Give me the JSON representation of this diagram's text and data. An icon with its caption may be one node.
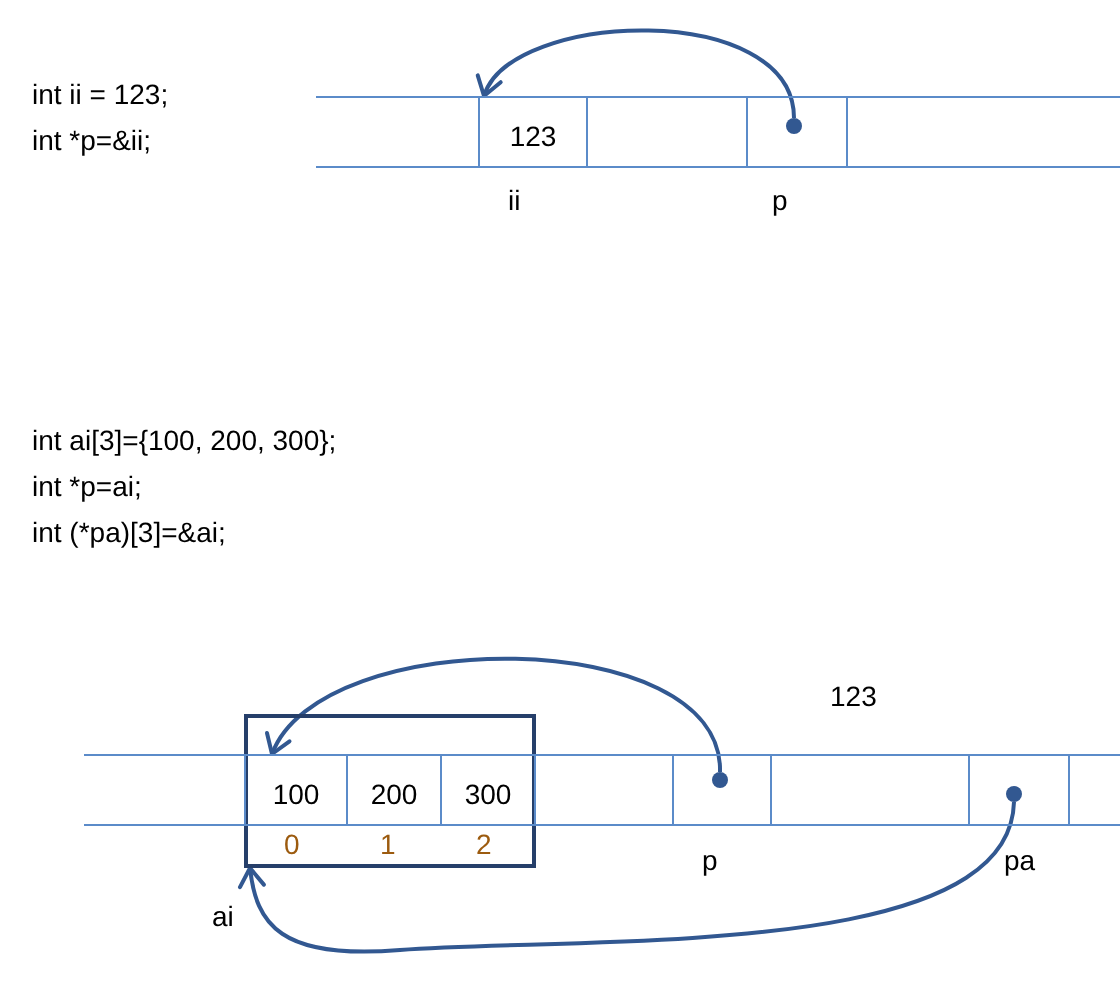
{
  "diagram": {
    "nodes": [
      {
        "text": [
          "123"
        ],
        "beside": [
          "ii"
        ]
      },
      {
        "text": [],
        "shape": "box",
        "beside": [
          "p"
        ]
      },
      {
        "text": [],
        "shape": "circle",
        "in": 1
      },
      {
        "text": [],
        "shape": "box",
        "beside": [
          "ai"
        ]
      },
      {
        "text": [
          "100"
        ],
        "in": 3,
        "beside": [
          "0"
        ]
      },
      {
        "text": [
          "200"
        ],
        "in": 3,
        "beside": [
          "1"
        ]
      },
      {
        "text": [
          "300"
        ],
        "in": 3,
        "beside": [
          "2"
        ]
      },
      {
        "text": [],
        "shape": "box",
        "beside": [
          "p"
        ]
      },
      {
        "text": [],
        "shape": "circle",
        "in": 7
      },
      {
        "text": [],
        "shape": "box",
        "beside": [
          "pa"
        ]
      },
      {
        "text": [],
        "shape": "circle",
        "in": 9
      }
    ],
    "edges": [
      {
        "from": 2,
        "to": 0,
        "arrow": "to"
      },
      {
        "from": 8,
        "to": 4,
        "arrow": "to"
      },
      {
        "from": 10,
        "to": 3,
        "arrow": "to"
      }
    ],
    "labels": [
      "int ii = 123;",
      "int *p=&ii;",
      "int ai[3]={100, 200, 300};",
      "int *p=ai;",
      "int (*pa)[3]=&ai;",
      "123"
    ]
  }
}
